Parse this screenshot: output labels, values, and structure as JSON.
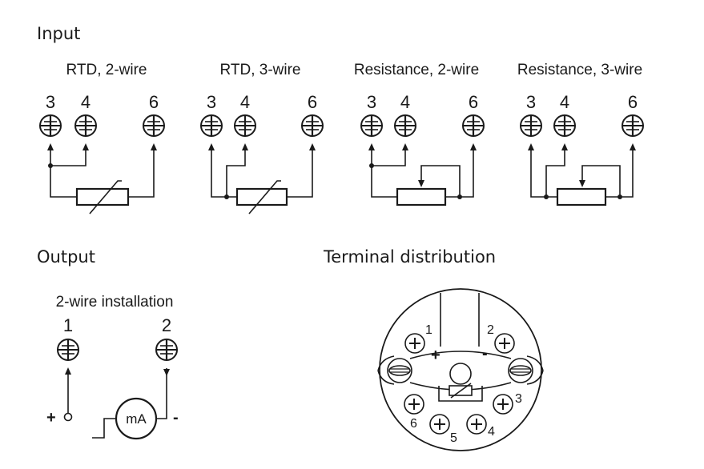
{
  "headings": {
    "input": "Input",
    "output": "Output",
    "terminal_distribution": "Terminal distribution"
  },
  "input_diagrams": [
    {
      "caption": "RTD, 2-wire",
      "terminals": [
        "3",
        "4",
        "6"
      ]
    },
    {
      "caption": "RTD, 3-wire",
      "terminals": [
        "3",
        "4",
        "6"
      ]
    },
    {
      "caption": "Resistance, 2-wire",
      "terminals": [
        "3",
        "4",
        "6"
      ]
    },
    {
      "caption": "Resistance, 3-wire",
      "terminals": [
        "3",
        "4",
        "6"
      ]
    }
  ],
  "output": {
    "caption": "2-wire installation",
    "terminals": [
      "1",
      "2"
    ],
    "plus_sign": "+",
    "minus_sign": "-",
    "meter_label": "mA"
  },
  "terminal_map": {
    "labels": [
      "1",
      "2",
      "3",
      "4",
      "5",
      "6"
    ],
    "plus_sign": "+",
    "minus_sign": "-"
  },
  "colors": {
    "line": "#1a1a1a",
    "background": "#ffffff"
  }
}
